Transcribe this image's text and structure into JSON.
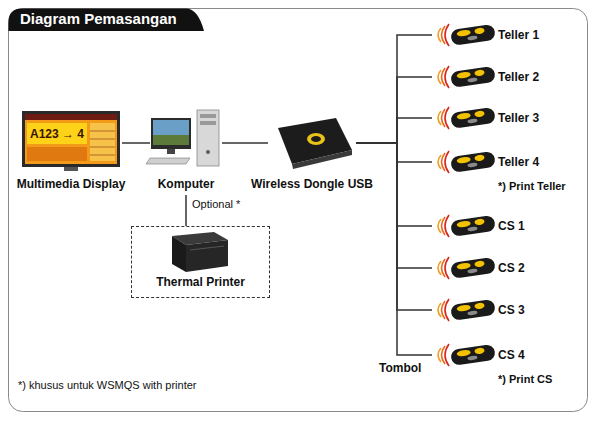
{
  "diagram": {
    "title": "Diagram Pemasangan",
    "nodes": [
      {
        "text": [
          "Multimedia Display"
        ]
      },
      {
        "text": [
          "Komputer"
        ]
      },
      {
        "text": [
          "Thermal Printer"
        ]
      },
      {
        "text": [
          "Wireless Dongle USB"
        ]
      },
      {
        "text": [
          "Teller 1"
        ]
      },
      {
        "text": [
          "Teller 2"
        ]
      },
      {
        "text": [
          "Teller 3"
        ]
      },
      {
        "text": [
          "Teller 4"
        ]
      },
      {
        "text": [
          "CS 1"
        ]
      },
      {
        "text": [
          "CS 2"
        ]
      },
      {
        "text": [
          "CS 3"
        ]
      },
      {
        "text": [
          "CS 4"
        ]
      }
    ],
    "edges": [
      {
        "from": 0,
        "to": 1,
        "arrow": "none"
      },
      {
        "from": 1,
        "to": 3,
        "arrow": "none"
      },
      {
        "from": 1,
        "to": 2,
        "arrow": "none",
        "label": "Optional *"
      },
      {
        "from": 3,
        "to": 4,
        "arrow": "none"
      },
      {
        "from": 3,
        "to": 5,
        "arrow": "none"
      },
      {
        "from": 3,
        "to": 6,
        "arrow": "none"
      },
      {
        "from": 3,
        "to": 7,
        "arrow": "none"
      },
      {
        "from": 3,
        "to": 8,
        "arrow": "none"
      },
      {
        "from": 3,
        "to": 9,
        "arrow": "none"
      },
      {
        "from": 3,
        "to": 10,
        "arrow": "none"
      },
      {
        "from": 3,
        "to": 11,
        "arrow": "none"
      }
    ],
    "labels": [
      "A123 → 4",
      "*) Print Teller",
      "Tombol",
      "*) Print CS",
      "*) khusus untuk WSMQS with printer"
    ]
  }
}
